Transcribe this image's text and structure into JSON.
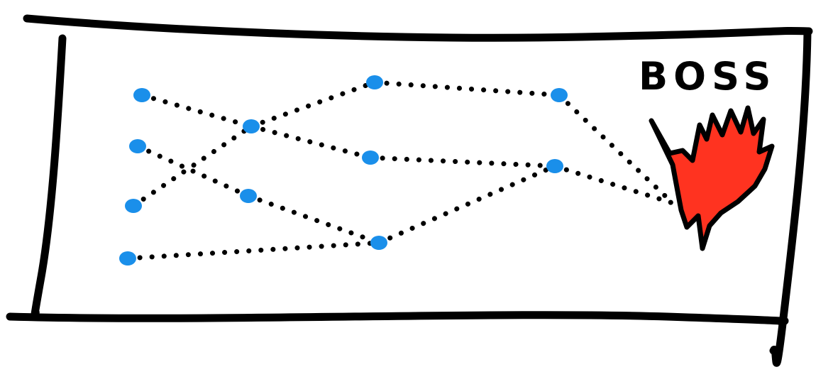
{
  "boss": {
    "label": "BOSS",
    "color": "#ff3320",
    "outline_color": "#000000"
  },
  "colors": {
    "node": "#1a8fea",
    "path": "#000000",
    "frame": "#000000",
    "background": "#ffffff"
  },
  "nodes": [
    {
      "id": "start-1"
    },
    {
      "id": "start-2"
    },
    {
      "id": "start-3"
    },
    {
      "id": "start-4"
    },
    {
      "id": "mid-a"
    },
    {
      "id": "mid-b"
    },
    {
      "id": "top"
    },
    {
      "id": "center"
    },
    {
      "id": "lower"
    },
    {
      "id": "right-top"
    },
    {
      "id": "right-mid"
    }
  ],
  "edges": [
    [
      "start-1",
      "mid-a"
    ],
    [
      "start-2",
      "mid-b"
    ],
    [
      "start-3",
      "mid-a"
    ],
    [
      "start-4",
      "lower"
    ],
    [
      "mid-a",
      "top"
    ],
    [
      "mid-a",
      "center"
    ],
    [
      "mid-b",
      "lower"
    ],
    [
      "top",
      "right-top"
    ],
    [
      "center",
      "right-mid"
    ],
    [
      "lower",
      "right-mid"
    ],
    [
      "right-top",
      "boss"
    ],
    [
      "right-mid",
      "boss"
    ]
  ]
}
